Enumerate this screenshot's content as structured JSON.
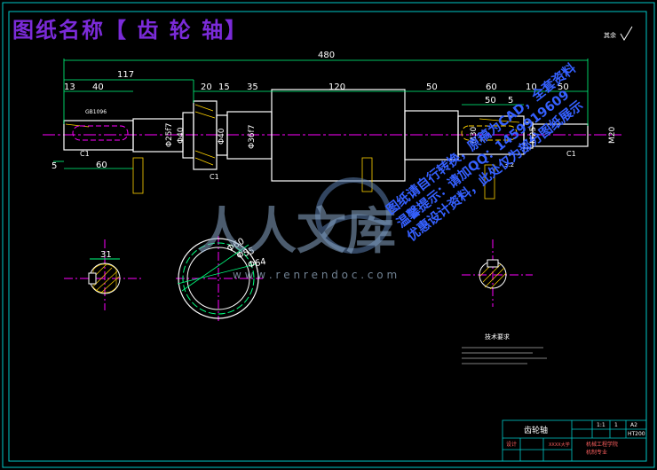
{
  "drawing": {
    "title": "图纸名称【 齿 轮 轴】",
    "surface_finish": "其余",
    "part_name": "齿轮轴",
    "material": "HT200",
    "tb_ratio": "1:1",
    "tb_qty": "1",
    "tb_sheet": "A2",
    "tb_designer": "设计",
    "tb_school": "XXXX大学",
    "tb_org": "机械工程学院",
    "tb_class": "机制专业",
    "tech_req_title": "技术要求",
    "dimensions": {
      "overall": "480",
      "left_span": "117",
      "d13": "13",
      "d40": "40",
      "d20": "20",
      "d15": "15",
      "d35": "35",
      "d120": "120",
      "d50a": "50",
      "d60": "60",
      "d10": "10",
      "d50b": "50",
      "d50c": "50",
      "d5": "5",
      "left_5": "5",
      "left_60": "60",
      "c1_left": "C1",
      "c1_mid": "C1",
      "c1_right": "C1",
      "phi25": "Φ25f7",
      "phi40a": "Φ40",
      "phi40b": "Φ40",
      "phi36": "Φ36f7",
      "m30": "M30",
      "m25": "M25",
      "m20": "M20",
      "key_left": "GB1096",
      "key_width": "31",
      "pitch": "Φ60",
      "root": "Φ55",
      "outer": "Φ64"
    }
  },
  "watermark": {
    "logo_cn": "人人文库",
    "url": "w w w . r e n r e n d o c . c o m"
  },
  "promo": {
    "line1": "图纸请自行转换，原稿为CAD，全套资料",
    "line2": "温馨提示：请加QQ：1459919609",
    "line3": "优惠设计资料，此处仅为部分图纸展示"
  }
}
